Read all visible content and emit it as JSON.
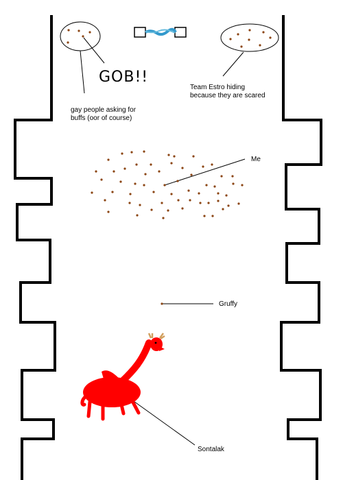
{
  "labels": {
    "gob": "GOB!!",
    "gay_people": "gay people asking for buffs (oor of course)",
    "team_estro": "Team Estro hiding because they are scared",
    "me": "Me",
    "gruffy": "Gruffy",
    "sontalak": "Sontalak"
  },
  "icons": {
    "dragon": "dragon-icon",
    "portal": "portal-icon"
  },
  "colors": {
    "wall": "#000000",
    "dot": "#8b4513",
    "dragon": "#ff0000",
    "portal": "#3399cc",
    "horns": "#d2a060"
  }
}
